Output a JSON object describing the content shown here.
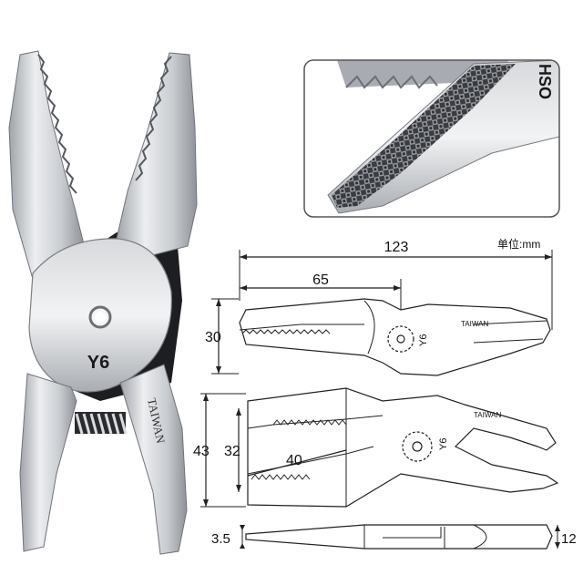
{
  "tool": {
    "model_label": "Y6",
    "side_marking": "TAIWAN",
    "brand_mark": "HSO"
  },
  "drawing": {
    "unit_label": "单位:mm",
    "dims": {
      "overall_length": "123",
      "jaw_length": "65",
      "jaw_height_side": "30",
      "open_height_outer": "43",
      "open_height_inner": "32",
      "jaw_open_length": "40",
      "tip_thickness": "3.5",
      "body_thickness": "12"
    },
    "view_model": "Y6",
    "view_marking": "TAIWAN"
  },
  "colors": {
    "steel_light": "#e6e7e9",
    "steel_mid": "#b9bcc1",
    "steel_dark": "#7d8187",
    "outline": "#333333",
    "photo_border": "#555555"
  }
}
